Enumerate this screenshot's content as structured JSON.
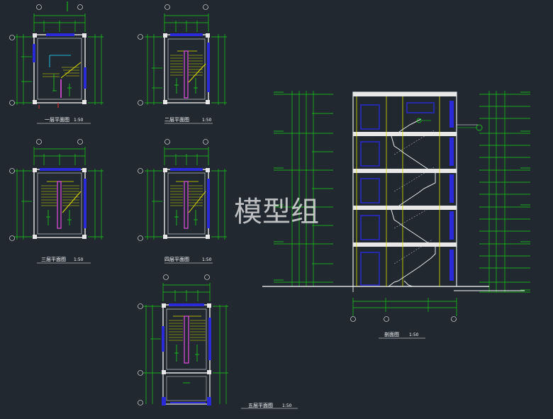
{
  "drawing": {
    "watermark": "模型组",
    "plans": [
      {
        "id": "plan-1",
        "title": "一层平面图",
        "scale": "1:50"
      },
      {
        "id": "plan-2",
        "title": "二层平面图",
        "scale": "1:50"
      },
      {
        "id": "plan-3",
        "title": "三层平面图",
        "scale": "1:50"
      },
      {
        "id": "plan-4",
        "title": "四层平面图",
        "scale": "1:50"
      },
      {
        "id": "plan-5",
        "title": "五层平面图",
        "scale": "1:50"
      }
    ],
    "section": {
      "title": "剖面图",
      "scale": "1:50"
    },
    "colors": {
      "background": "#212830",
      "wall": "#e8e8e8",
      "dimension": "#18d018",
      "window": "#2a2ad8",
      "stair": "#e0e000",
      "handrail": "#e050e0",
      "axis": "#d03030",
      "cyan": "#20b8d8",
      "text": "#ffffff"
    }
  }
}
